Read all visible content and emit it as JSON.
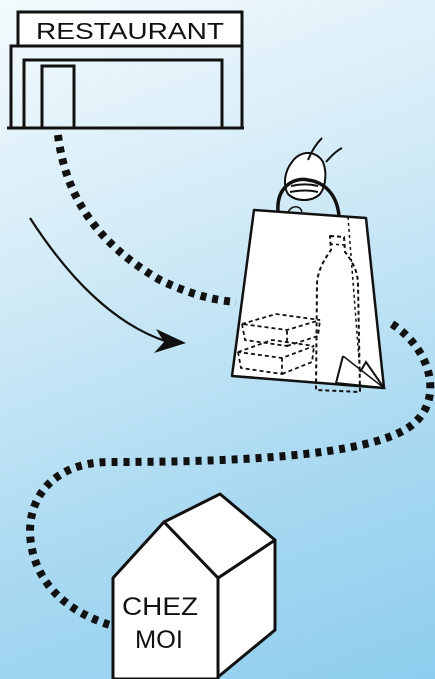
{
  "restaurant": {
    "sign_label": "RESTAURANT"
  },
  "home": {
    "line1": "CHEZ",
    "line2": "MOI"
  },
  "colors": {
    "background_top": "#f4fafd",
    "background_bottom": "#8dcdee",
    "ink": "#111111"
  },
  "icons": [
    "restaurant-building",
    "takeaway-bag",
    "hand",
    "wine-bottle",
    "food-containers",
    "house",
    "dotted-path",
    "arrow"
  ]
}
